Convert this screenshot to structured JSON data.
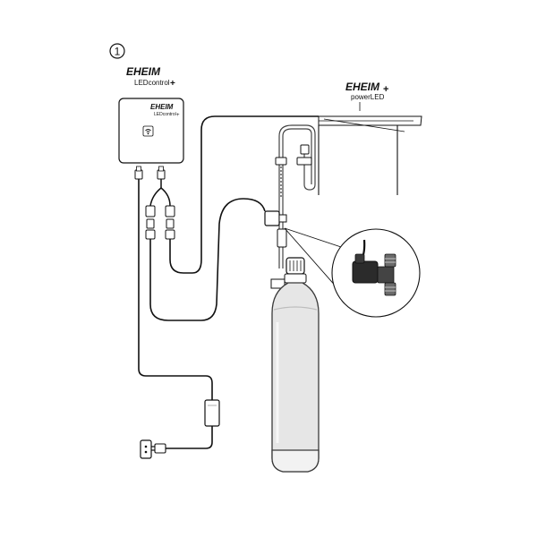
{
  "step_number": "1",
  "controller": {
    "brand": "EHEIM",
    "product": "LEDcontrol",
    "plus": "+",
    "panel_brand": "EHEIM",
    "panel_product": "LEDcontrol",
    "panel_plus": "+"
  },
  "light": {
    "brand": "EHEIM",
    "product": "powerLED",
    "plus": "+"
  },
  "icons": {
    "wifi": "wifi-icon",
    "power_adapter": "power-adapter-icon",
    "wall_outlet": "wall-outlet-icon",
    "solenoid_valve": "solenoid-valve-icon",
    "co2_cylinder": "co2-cylinder-icon"
  },
  "colors": {
    "line": "#111111",
    "outline": "#3a3a3a",
    "cylinder_fill": "#e6e6e6",
    "cylinder_shade": "#bdbdbd",
    "valve_dark": "#2b2b2b"
  }
}
